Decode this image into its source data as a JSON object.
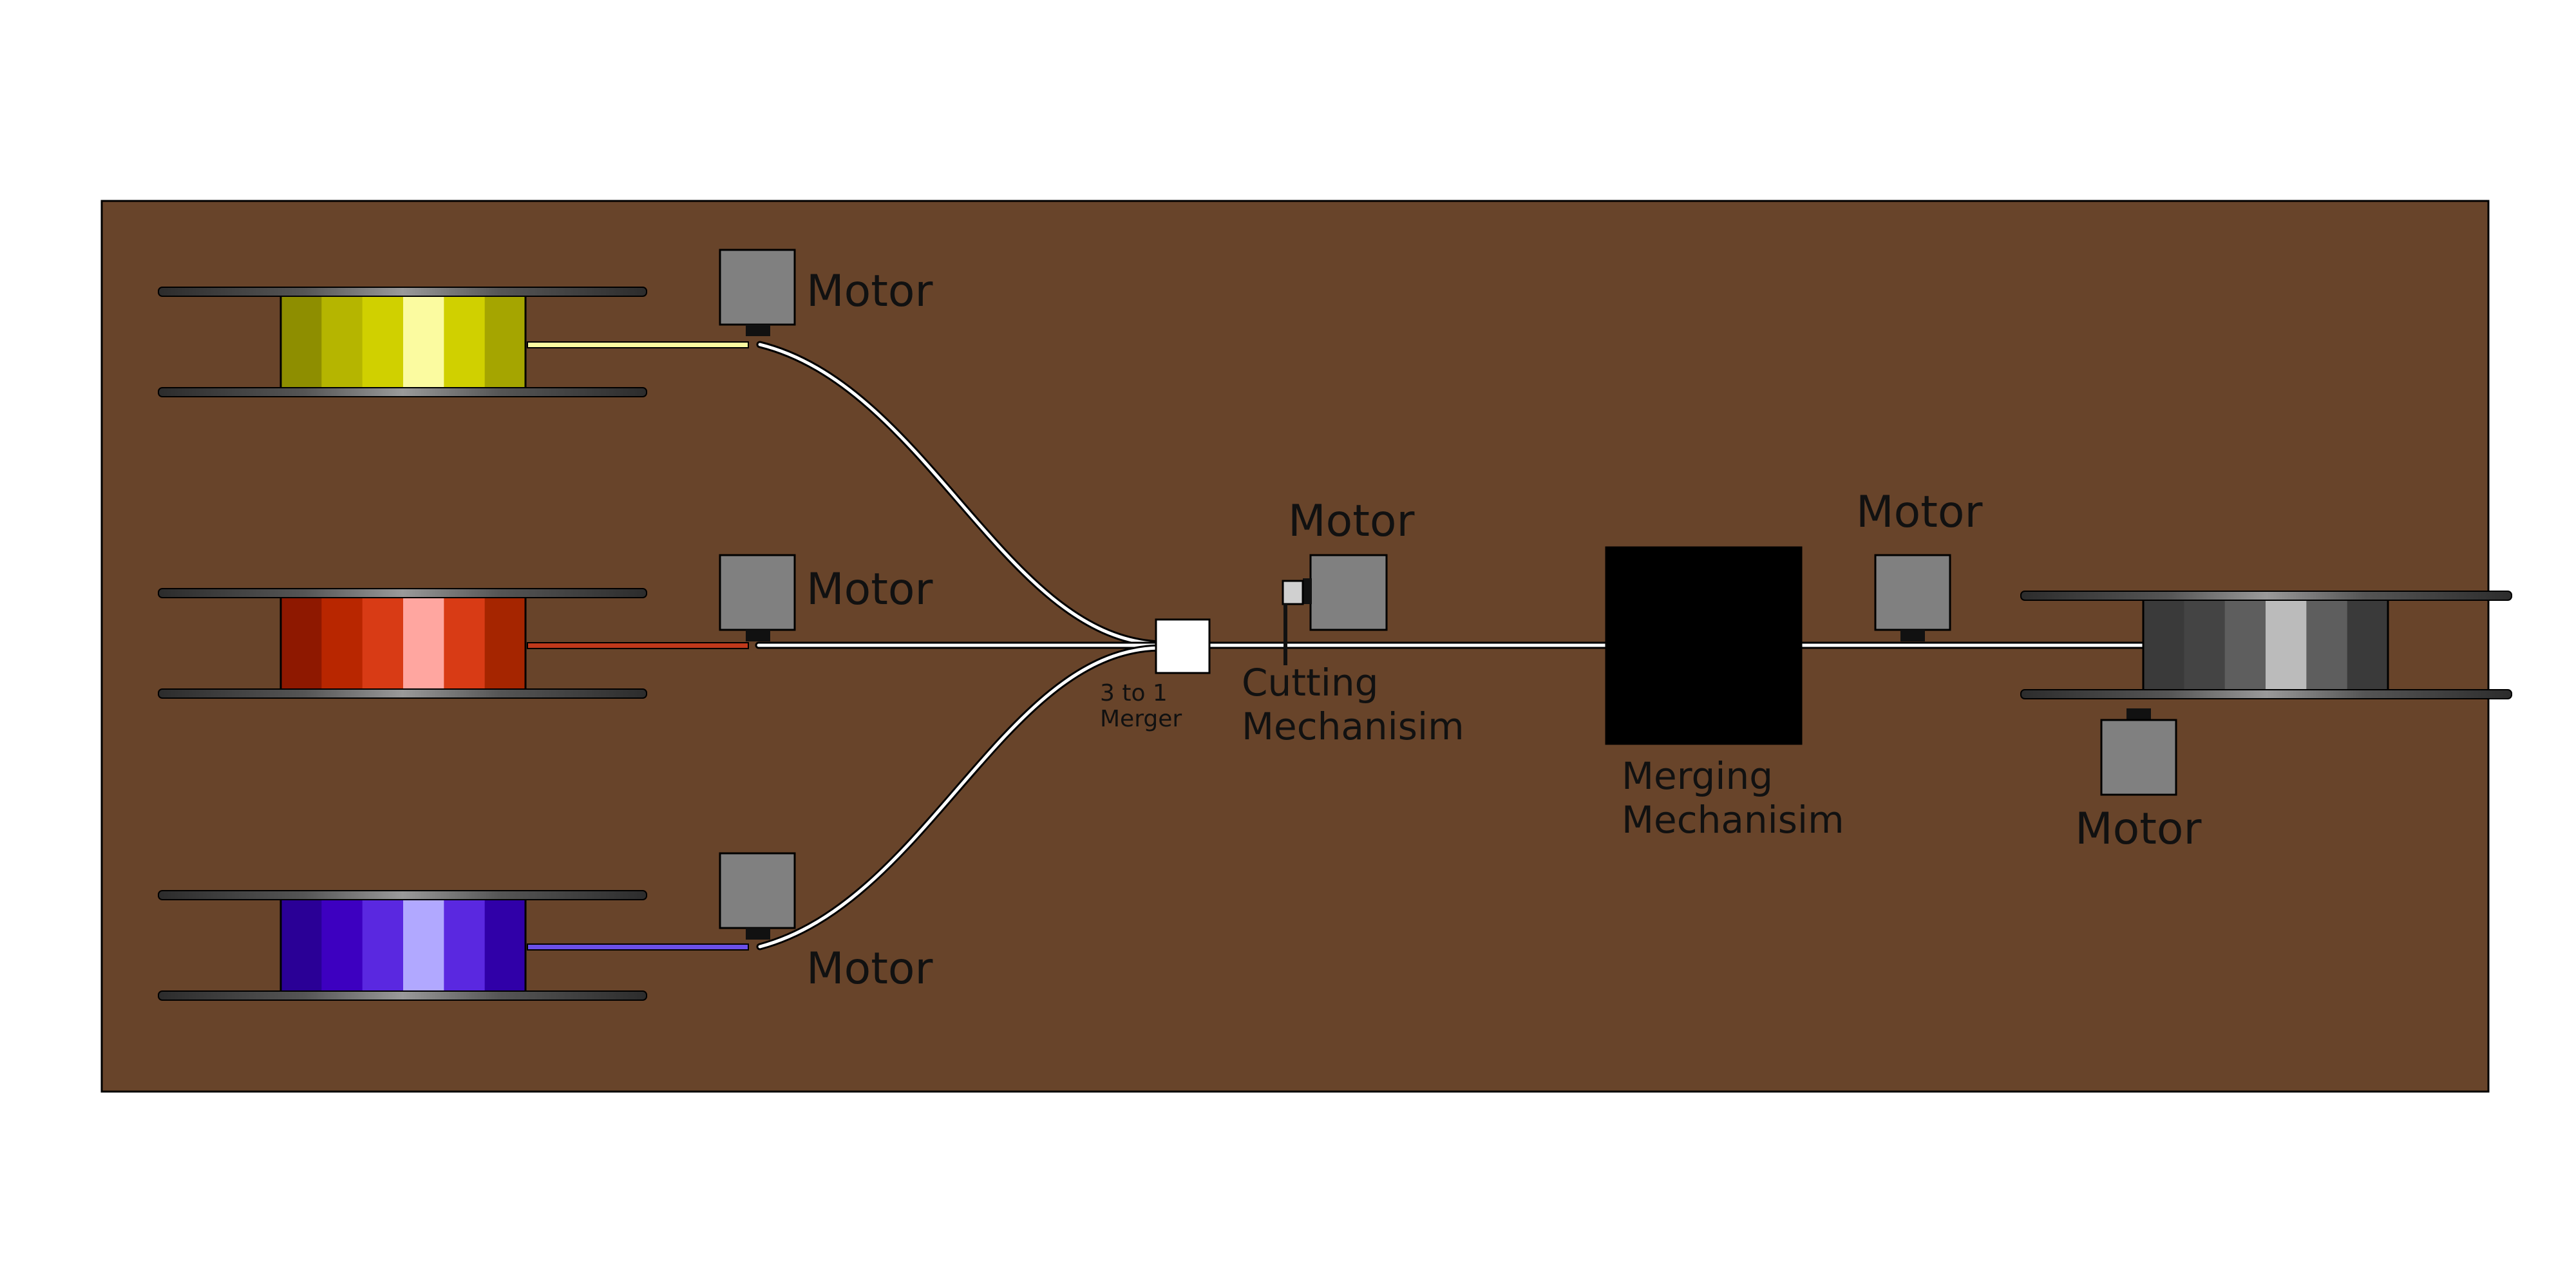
{
  "labels": {
    "motor": "Motor",
    "merger_line1": "3 to 1",
    "merger_line2": "Merger",
    "cutting_line1": "Cutting",
    "cutting_line2": "Mechanisim",
    "merging_line1": "Merging",
    "merging_line2": "Mechanisim"
  },
  "colors": {
    "board": "#68442a",
    "motor_body": "#808080",
    "motor_shaft": "#111111",
    "merging_block": "#000000",
    "merger_block": "#ffffff",
    "spool_flange": "#404040",
    "filament_line": "#ffffff",
    "spools": {
      "yellow": [
        "#8e8e00",
        "#b5b500",
        "#d0d000",
        "#fbfba0",
        "#d0d000",
        "#a5a500"
      ],
      "red": [
        "#8e1800",
        "#b82600",
        "#d83b15",
        "#ffa6a0",
        "#d83b15",
        "#a52500"
      ],
      "blue": [
        "#2a0096",
        "#3d00c0",
        "#5a28e0",
        "#b1a8ff",
        "#5a28e0",
        "#3000a8"
      ],
      "output": [
        "#3a3a3a",
        "#444444",
        "#5e5e5e",
        "#bbbbbb",
        "#5e5e5e",
        "#3a3a3a"
      ]
    }
  }
}
